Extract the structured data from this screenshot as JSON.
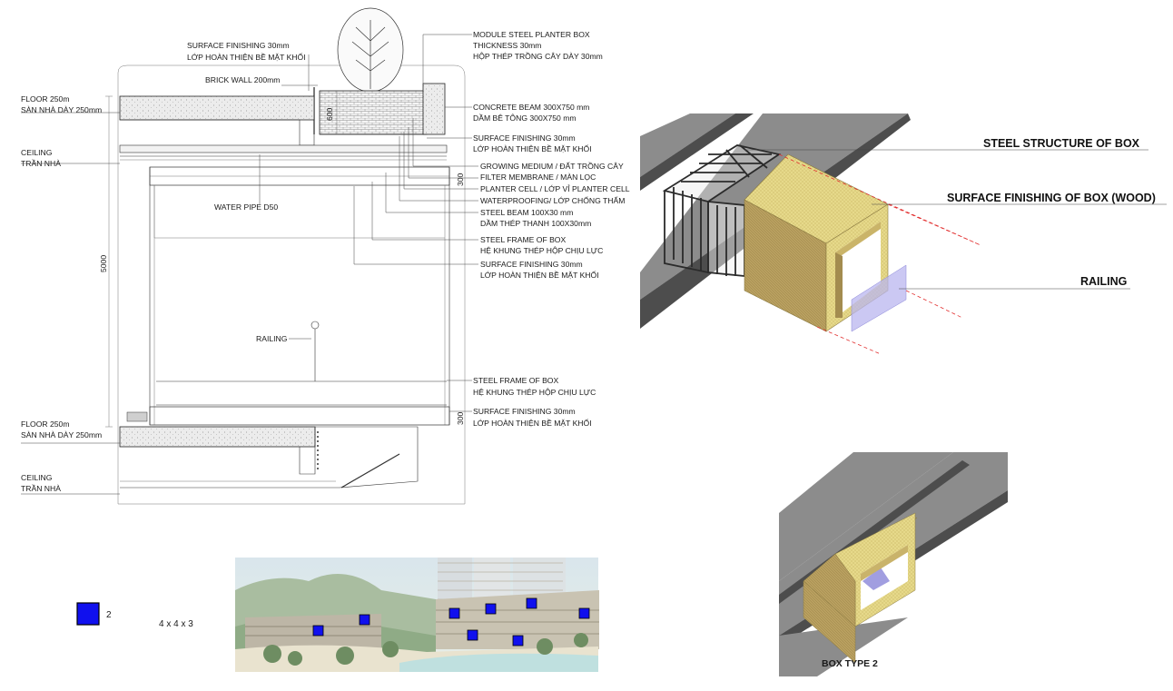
{
  "section": {
    "left_labels": [
      {
        "en": "FLOOR 250m",
        "vn": "SÀN NHÀ DÀY 250mm"
      },
      {
        "en": "CEILING",
        "vn": "TRẦN NHÀ"
      },
      {
        "en": "FLOOR 250m",
        "vn": "SÀN NHÀ DÀY 250mm"
      },
      {
        "en": "CEILING",
        "vn": "TRẦN NHÀ"
      }
    ],
    "top_labels": {
      "surface_l1": "SURFACE FINISHING 30mm",
      "surface_l2": "LỚP HOÀN THIỆN BỀ MẶT KHỐI",
      "brick": "BRICK WALL 200mm"
    },
    "inner_labels": {
      "water_pipe": "WATER PIPE D50",
      "railing": "RAILING"
    },
    "dims": {
      "d600": "600",
      "d5000": "5000",
      "d300a": "300",
      "d300b": "300"
    },
    "right_labels": [
      [
        "MODULE STEEL PLANTER BOX",
        "THICKNESS 30mm",
        "HỘP THÉP TRỒNG CÂY DÀY 30mm"
      ],
      [
        "CONCRETE BEAM 300X750 mm",
        "DẦM BÊ TÔNG 300X750 mm"
      ],
      [
        "SURFACE FINISHING 30mm",
        "LỚP HOÀN THIỆN BỀ MẶT KHỐI"
      ],
      [
        "GROWING MEDIUM / ĐẤT TRỒNG CÂY",
        "FILTER MEMBRANE / MÀN LỌC",
        "PLANTER CELL / LỚP VỈ PLANTER CELL",
        "WATERPROOFING/ LỚP CHỐNG THẤM"
      ],
      [
        "STEEL BEAM  100X30 mm",
        "DẦM THÉP THANH 100X30mm"
      ],
      [
        "STEEL FRAME OF BOX",
        "HỆ KHUNG THÉP HỘP CHỊU LỰC"
      ],
      [
        "SURFACE FINISHING 30mm",
        "LỚP HOÀN THIỆN BỀ MẶT KHỐI"
      ],
      [
        "STEEL FRAME OF BOX",
        "HỆ KHUNG THÉP HỘP CHỊU LỰC"
      ],
      [
        "SURFACE FINISHING 30mm",
        "LỚP HOÀN THIỆN BỀ MẶT KHỐI"
      ]
    ]
  },
  "iso": {
    "labels": {
      "steel": "STEEL STRUCTURE OF BOX",
      "surface": "SURFACE FINISHING OF BOX (WOOD)",
      "railing": "RAILING"
    },
    "box_type_label": "BOX TYPE 2"
  },
  "legend": {
    "count": "2",
    "size": "4 x 4 x 3",
    "swatch_color": "#1010ee"
  },
  "colors": {
    "wood": "#e8dc8a",
    "wood_dark": "#b8a460",
    "beam": "#8a8a8a",
    "beam_dark": "#4a4a4a",
    "glass": "#b9b6ef"
  }
}
